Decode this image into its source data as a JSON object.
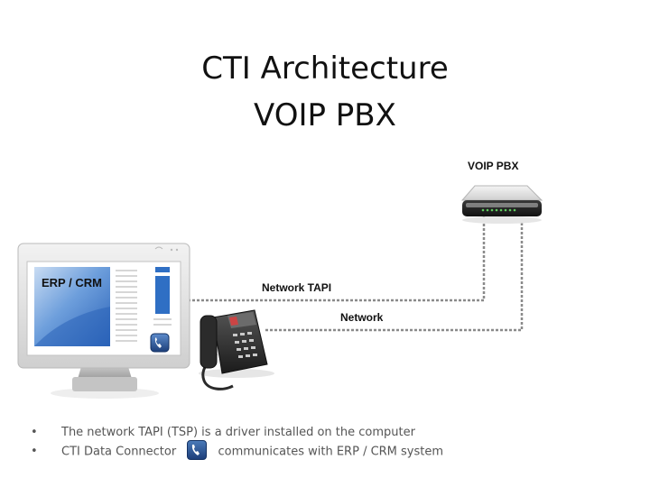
{
  "title": {
    "line1": "CTI Architecture",
    "line2": "VOIP PBX"
  },
  "nodes": {
    "pbx": "VOIP PBX",
    "erp": "ERP / CRM"
  },
  "connections": {
    "tapi": "Network TAPI",
    "network": "Network"
  },
  "bullets": {
    "b1": "The network TAPI (TSP) is a driver installed on the computer",
    "b2_before": "CTI Data Connector",
    "b2_after": "communicates with ERP / CRM system",
    "symbol": "•"
  },
  "icons": {
    "pbx": "pbx-server-icon",
    "computer": "computer-monitor-icon",
    "phone": "desk-phone-icon",
    "connector": "cti-connector-phone-icon"
  },
  "colors": {
    "line": "#8a8a8a",
    "screen_blue": "#2f6fc4",
    "connector_blue": "#1d3f7a"
  }
}
